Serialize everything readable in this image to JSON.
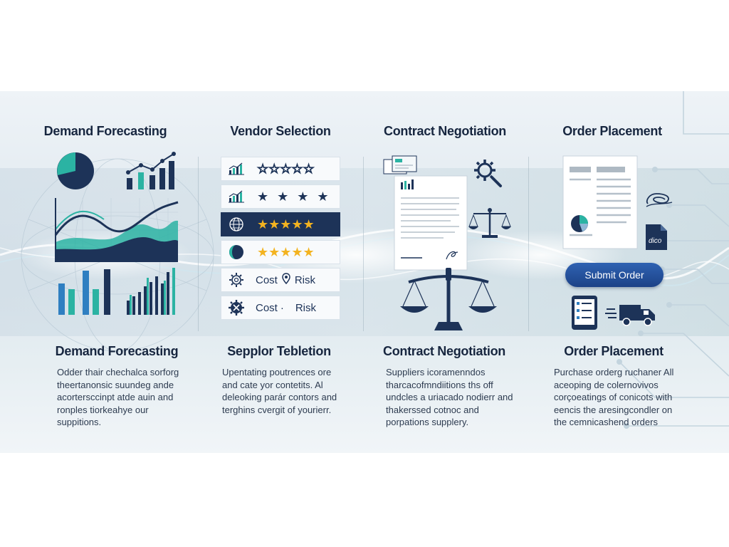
{
  "columns": [
    {
      "title": "Demand Forecasting",
      "subtitle": "Demand Forecasting",
      "description": [
        "Odder thair chechalca sorforg",
        "theertanonsic suundeg ande",
        "acortersccinpt atde auin and",
        "ronples tiorkeahye our",
        "suppitions."
      ]
    },
    {
      "title": "Vendor Selection",
      "subtitle": "Sepplor Tebletion",
      "description": [
        "Upentating poutrences ore",
        "and cate yor contetits. Al",
        "deleoking parár contors and",
        "terghins cvergit of yourierr."
      ]
    },
    {
      "title": "Contract Negotiation",
      "subtitle": "Contract Negotiation",
      "description": [
        "Suppliers icoramenndos",
        "tharcacofmndiitions ths off",
        "undcles a uriacado nodierr and",
        "thakerssed cotnoc and",
        "porpations supplery."
      ]
    },
    {
      "title": "Order Placement",
      "subtitle": "Order Placement",
      "description": [
        "Purchase orderg ruchaner All",
        "aceoping de colernovivos",
        "corçoeatings of conicots with",
        "eencis the aresingcondler on",
        "the cemnicashend orders"
      ]
    }
  ],
  "vendor": {
    "rows": [
      {
        "stars": "☆☆☆☆☆"
      },
      {
        "stars": "★★★★"
      },
      {
        "stars": "★★★★★"
      },
      {
        "stars": "★★★★★"
      },
      {
        "cost": "Cost",
        "risk": "Risk"
      },
      {
        "cost": "Cost",
        "sep": "·",
        "risk": "Risk"
      }
    ]
  },
  "order": {
    "submit_label": "Submit Order",
    "badge_text": "dico"
  },
  "colors": {
    "navy": "#1d3358",
    "teal": "#2bb3a3",
    "gold": "#f3b320",
    "blue": "#2f7fc1",
    "button": "#2a5aa8"
  },
  "icons": {
    "forecast": [
      "pie-chart-icon",
      "bar-line-chart-icon",
      "area-chart-icon",
      "bar-chart-icon"
    ],
    "vendor": [
      "mini-bar-chart-icon",
      "globe-icon",
      "half-moon-icon",
      "gear-icon",
      "gear-tools-icon"
    ],
    "contract": [
      "envelope-icon",
      "document-icon",
      "gear-magnifier-icon",
      "scales-icon"
    ],
    "order": [
      "document-icon",
      "paper-clip-icon",
      "file-badge-icon",
      "tablet-icon",
      "delivery-truck-icon"
    ]
  }
}
